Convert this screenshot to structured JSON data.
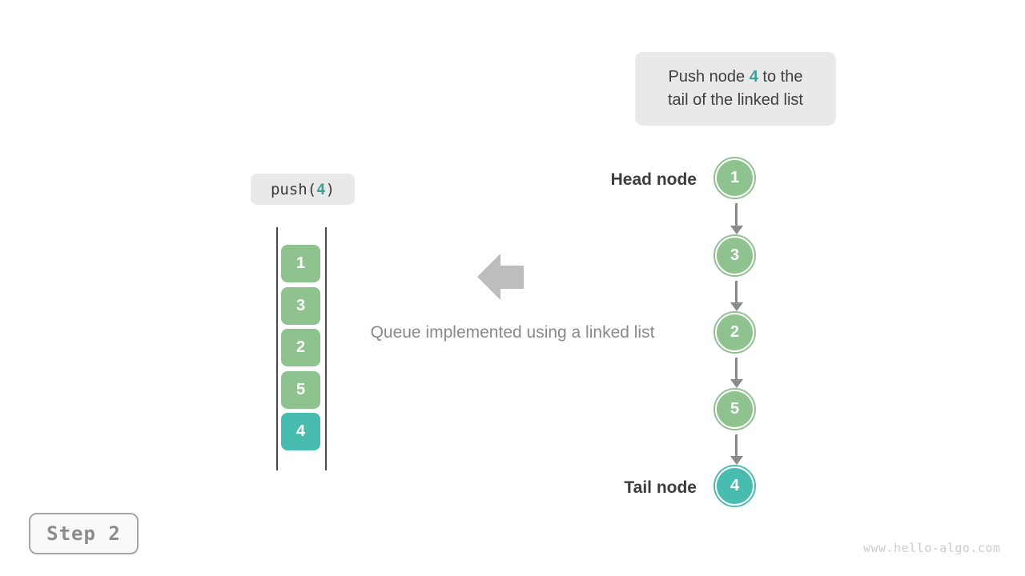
{
  "colors": {
    "green": "#8EC28E",
    "teal": "#49BCB0",
    "highlight_text": "#3FA294",
    "label_bg": "#E9E9E9",
    "dark_text": "#3C3C3C",
    "gray_text": "#8A8A8A",
    "big_arrow_gray": "#BDBDBD"
  },
  "callout": {
    "line1_prefix": "Push node ",
    "highlight": "4",
    "line1_suffix": " to the",
    "line2": "tail of the linked list"
  },
  "push_label": {
    "prefix": "push(",
    "arg": "4",
    "suffix": ")"
  },
  "queue_stack": {
    "items": [
      {
        "value": "1",
        "highlight": false
      },
      {
        "value": "3",
        "highlight": false
      },
      {
        "value": "2",
        "highlight": false
      },
      {
        "value": "5",
        "highlight": false
      },
      {
        "value": "4",
        "highlight": true
      }
    ]
  },
  "caption": "Queue implemented using a linked list",
  "linked_list": {
    "head_label": "Head node",
    "tail_label": "Tail node",
    "nodes": [
      {
        "value": "1",
        "highlight": false
      },
      {
        "value": "3",
        "highlight": false
      },
      {
        "value": "2",
        "highlight": false
      },
      {
        "value": "5",
        "highlight": false
      },
      {
        "value": "4",
        "highlight": true
      }
    ]
  },
  "step_label": "Step 2",
  "watermark": "www.hello-algo.com"
}
